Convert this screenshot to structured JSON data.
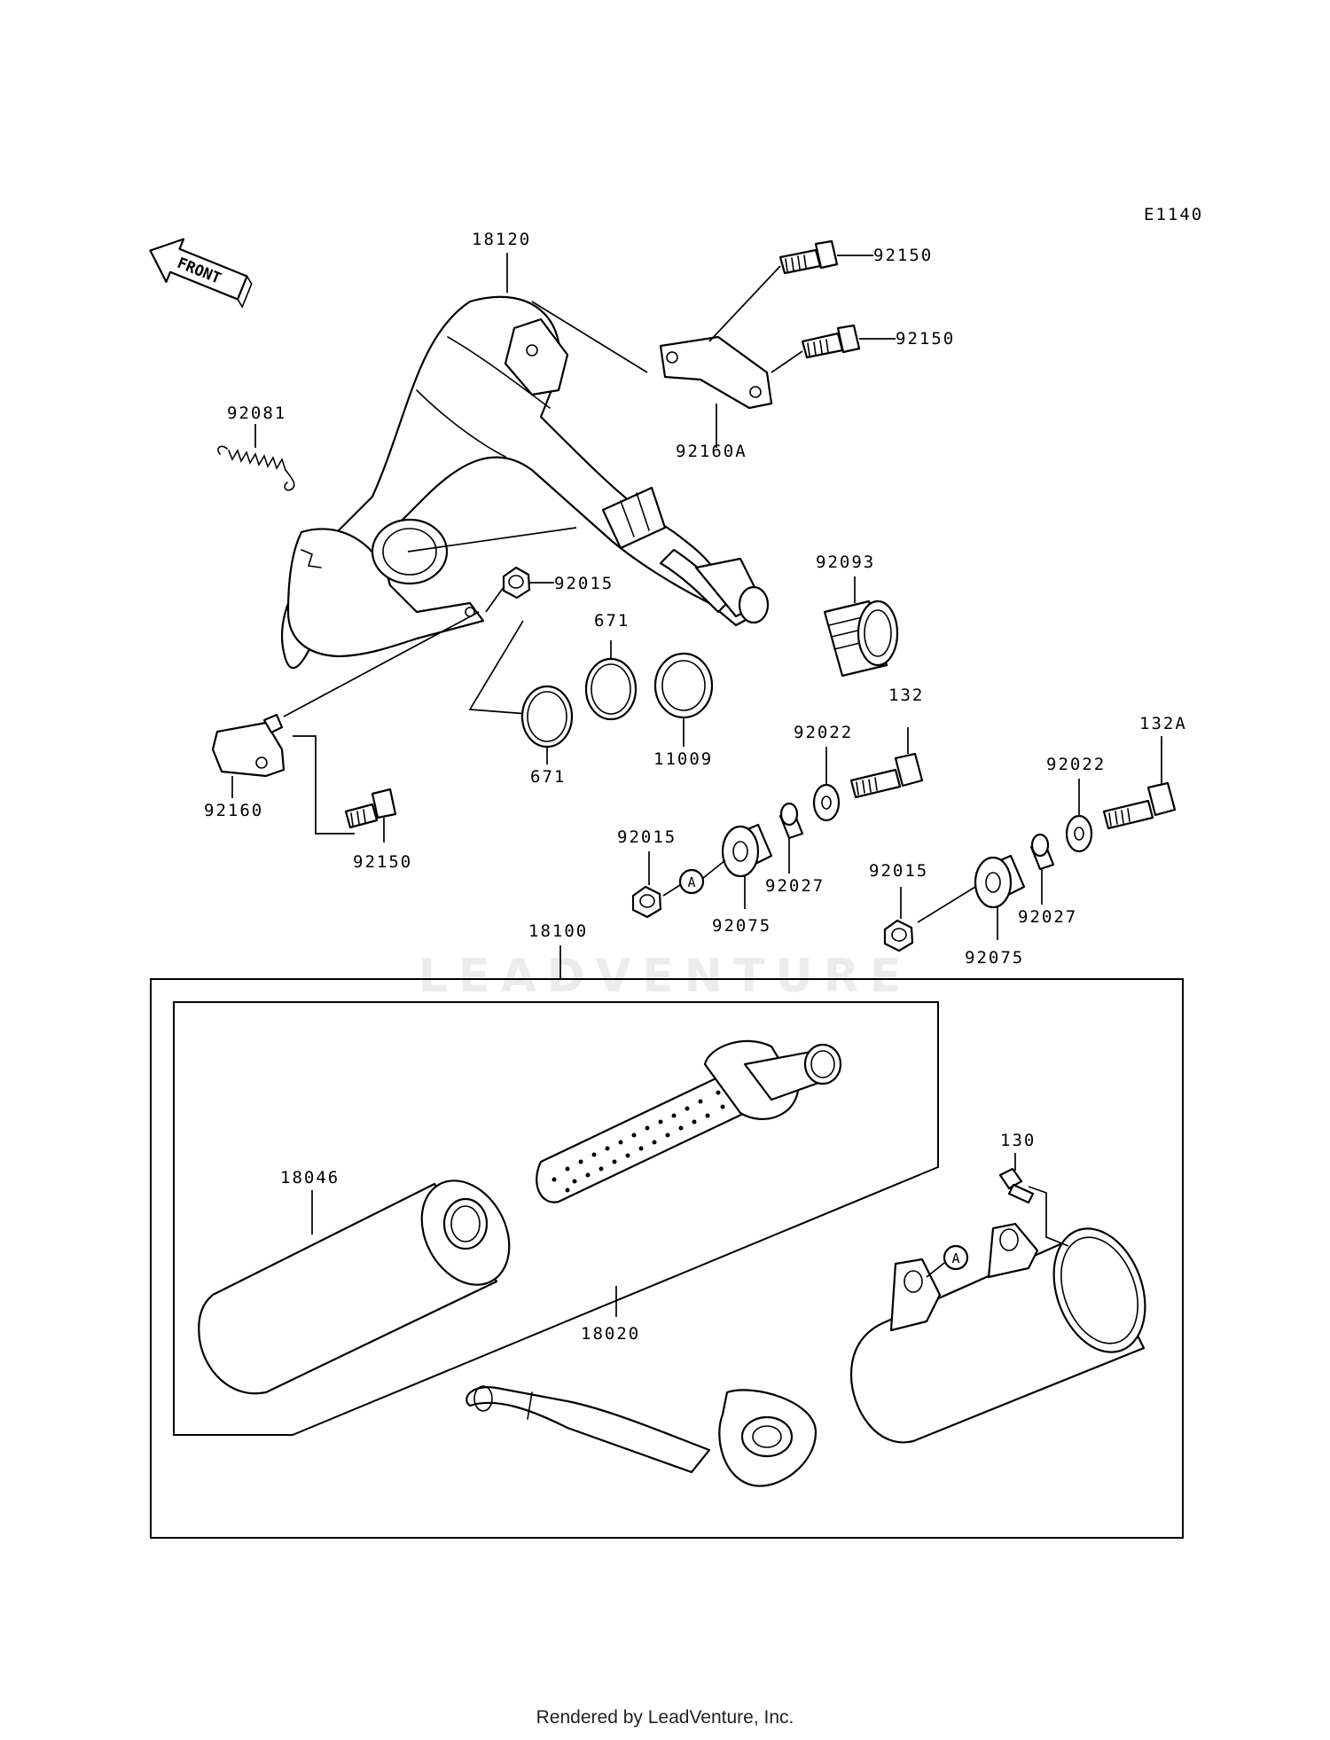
{
  "diagram_id": "E1140",
  "front_marker": "FRONT",
  "watermark": "LEADVENTURE",
  "footer": "Rendered by LeadVenture, Inc.",
  "ref_marker": "A",
  "parts": {
    "p18120": "18120",
    "p92150_a": "92150",
    "p92150_b": "92150",
    "p92160a": "92160A",
    "p92081": "92081",
    "p92015_a": "92015",
    "p671_a": "671",
    "p671_b": "671",
    "p11009": "11009",
    "p92093": "92093",
    "p92160": "92160",
    "p92150_c": "92150",
    "p132": "132",
    "p132a": "132A",
    "p92022_a": "92022",
    "p92022_b": "92022",
    "p92015_b": "92015",
    "p92015_c": "92015",
    "p92027_a": "92027",
    "p92027_b": "92027",
    "p92075_a": "92075",
    "p92075_b": "92075",
    "p18100": "18100",
    "p18046": "18046",
    "p18020": "18020",
    "p130": "130"
  }
}
